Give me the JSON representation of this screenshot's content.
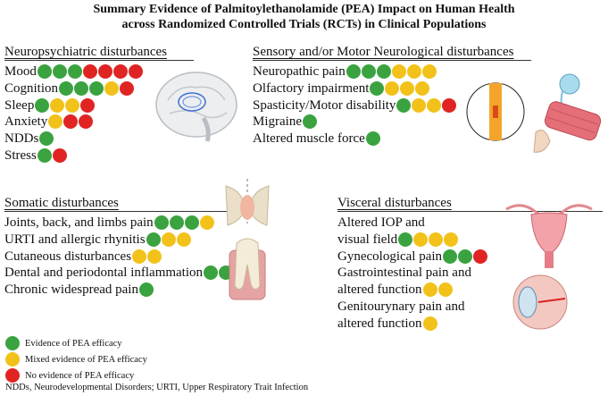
{
  "title_line1": "Summary Evidence of Palmitoylethanolamide (PEA) Impact on Human Health",
  "title_line2": "across Randomized Controlled Trials (RCTs) in Clinical Populations",
  "colors": {
    "green": "#3aa33f",
    "yellow": "#f2c21b",
    "red": "#e02424"
  },
  "sections": {
    "neuro": {
      "title": "Neuropsychiatric disturbances",
      "rows": [
        {
          "label": "Mood",
          "dots": [
            "green",
            "green",
            "green",
            "red",
            "red",
            "red",
            "red"
          ]
        },
        {
          "label": "Cognition",
          "dots": [
            "green",
            "green",
            "green",
            "yellow",
            "red"
          ]
        },
        {
          "label": "Sleep",
          "dots": [
            "green",
            "yellow",
            "yellow",
            "red"
          ]
        },
        {
          "label": "Anxiety",
          "dots": [
            "yellow",
            "red",
            "red"
          ]
        },
        {
          "label": "NDDs",
          "dots": [
            "green"
          ]
        },
        {
          "label": "Stress",
          "dots": [
            "green",
            "red"
          ]
        }
      ]
    },
    "sensory": {
      "title": "Sensory and/or Motor Neurological disturbances",
      "rows": [
        {
          "label": "Neuropathic pain",
          "dots": [
            "green",
            "green",
            "green",
            "yellow",
            "yellow",
            "yellow"
          ]
        },
        {
          "label": "Olfactory impairment",
          "dots": [
            "green",
            "yellow",
            "yellow",
            "yellow"
          ]
        },
        {
          "label": "Spasticity/Motor disability",
          "dots": [
            "green",
            "yellow",
            "yellow",
            "red"
          ]
        },
        {
          "label": "Migraine",
          "dots": [
            "green"
          ]
        },
        {
          "label": "Altered muscle force",
          "dots": [
            "green"
          ]
        }
      ]
    },
    "somatic": {
      "title": "Somatic disturbances",
      "rows": [
        {
          "label": "Joints, back, and limbs pain",
          "dots": [
            "green",
            "green",
            "green",
            "yellow"
          ]
        },
        {
          "label": "URTI and allergic rhynitis",
          "dots": [
            "green",
            "yellow",
            "yellow"
          ]
        },
        {
          "label": "Cutaneous disturbances",
          "dots": [
            "yellow",
            "yellow"
          ]
        },
        {
          "label": "Dental and periodontal inflammation",
          "dots": [
            "green",
            "green"
          ]
        },
        {
          "label": "Chronic widespread pain",
          "dots": [
            "green"
          ]
        }
      ]
    },
    "visceral": {
      "title": "Visceral disturbances",
      "rows": [
        {
          "label": "Altered IOP and",
          "dots": []
        },
        {
          "label": "visual field",
          "dots": [
            "green",
            "yellow",
            "yellow",
            "yellow"
          ]
        },
        {
          "label": "Gynecological pain",
          "dots": [
            "green",
            "green",
            "red"
          ]
        },
        {
          "label": "Gastrointestinal pain and",
          "dots": []
        },
        {
          "label": "altered function",
          "dots": [
            "yellow",
            "yellow"
          ]
        },
        {
          "label": "Genitourynary pain and",
          "dots": []
        },
        {
          "label": "altered function",
          "dots": [
            "yellow"
          ]
        }
      ]
    }
  },
  "legend": [
    {
      "color": "green",
      "label": "Evidence of PEA efficacy"
    },
    {
      "color": "yellow",
      "label": "Mixed evidence of PEA efficacy"
    },
    {
      "color": "red",
      "label": "No evidence of PEA efficacy"
    }
  ],
  "footnote": "NDDs, Neurodevelopmental Disorders; URTI, Upper Respiratory Trait Infection"
}
